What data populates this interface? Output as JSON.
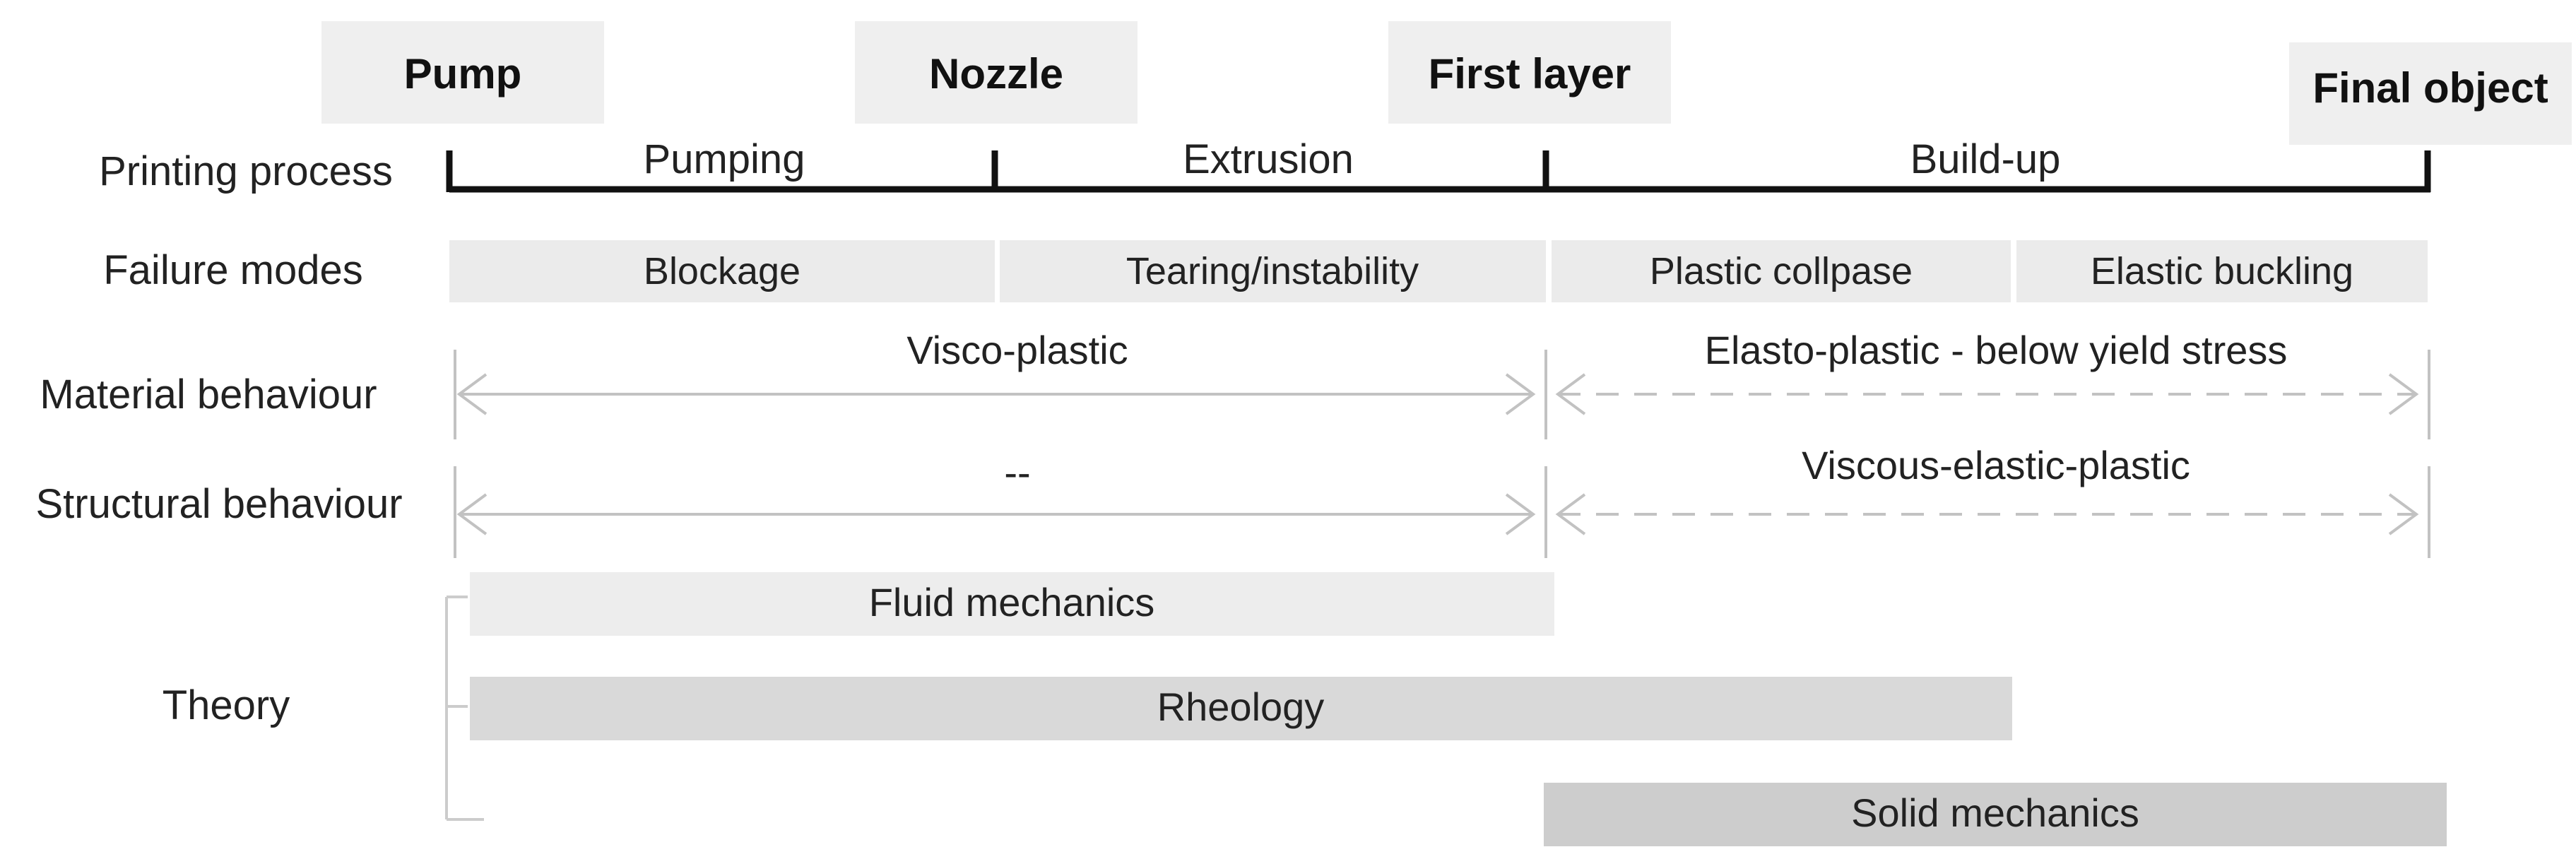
{
  "stages": {
    "pump": "Pump",
    "nozzle": "Nozzle",
    "first_layer": "First layer",
    "final_object": "Final object"
  },
  "rows": {
    "printing_process": "Printing process",
    "failure_modes": "Failure modes",
    "material_behaviour": "Material behaviour",
    "structural_behaviour": "Structural behaviour",
    "theory": "Theory"
  },
  "process_phases": {
    "pumping": "Pumping",
    "extrusion": "Extrusion",
    "build_up": "Build-up"
  },
  "failure_modes": {
    "blockage": "Blockage",
    "tearing": "Tearing/instability",
    "plastic_collapse": "Plastic collpase",
    "elastic_buckling": "Elastic buckling"
  },
  "material_behaviour": {
    "left": "Visco-plastic",
    "right": "Elasto-plastic - below yield stress"
  },
  "structural_behaviour": {
    "left": "--",
    "right": "Viscous-elastic-plastic"
  },
  "theory": {
    "fluid_mechanics": "Fluid mechanics",
    "rheology": "Rheology",
    "solid_mechanics": "Solid mechanics"
  },
  "colors": {
    "stage_box": "#efefef",
    "failure_box": "#ebebeb",
    "fluid_box": "#ededed",
    "rheology_box": "#d9d9d9",
    "solid_box": "#cdcdcd",
    "arrow": "#c2c2c2",
    "timeline": "#111111"
  }
}
